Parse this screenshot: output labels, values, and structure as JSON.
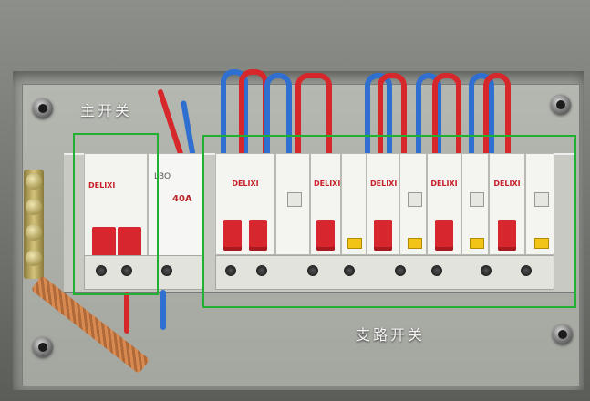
{
  "annotations": {
    "main_switch": "主开关",
    "branch_switches": "支路开关"
  },
  "markings": {
    "brand": "DELIXI",
    "spd_model": "LBO",
    "spd_rating": "40A"
  },
  "colors": {
    "annotation_frame": "#21b031",
    "wire_live": "#d6272b",
    "wire_neutral": "#2f6fcf",
    "breaker_lever": "#d8262e",
    "test_button": "#f2c418"
  }
}
